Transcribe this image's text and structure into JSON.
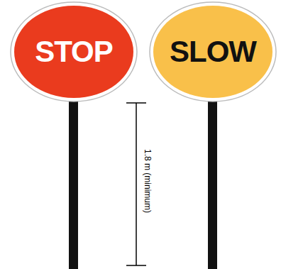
{
  "diagram": {
    "nodes": [
      {
        "text": [
          "STOP"
        ]
      },
      {
        "text": [
          "SLOW"
        ]
      }
    ],
    "labels": [
      "1.8 m (minimum)"
    ]
  }
}
